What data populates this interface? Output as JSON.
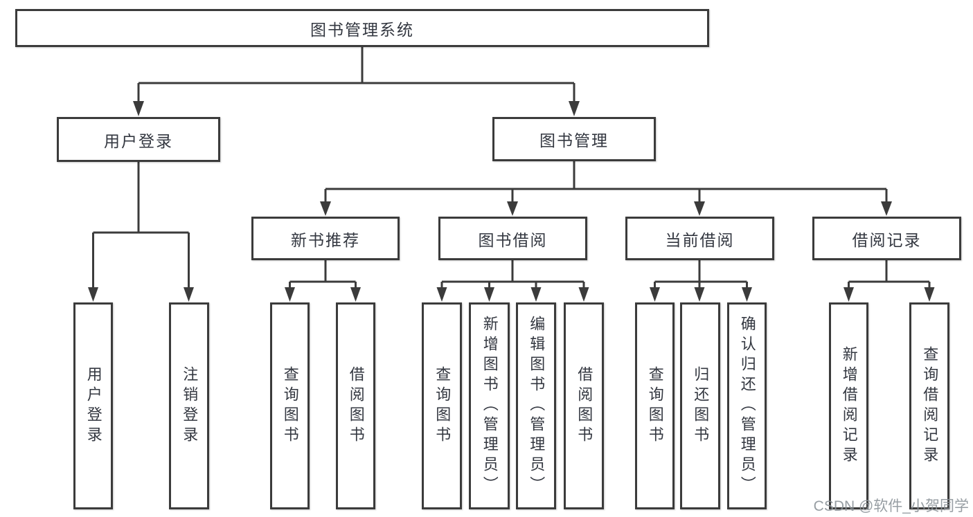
{
  "diagram": {
    "title": "图书管理系统",
    "branches": [
      {
        "label": "用户登录",
        "children": [
          {
            "label": "用户登录"
          },
          {
            "label": "注销登录"
          }
        ]
      },
      {
        "label": "图书管理",
        "groups": [
          {
            "label": "新书推荐",
            "children": [
              {
                "label": "查询图书"
              },
              {
                "label": "借阅图书"
              }
            ]
          },
          {
            "label": "图书借阅",
            "children": [
              {
                "label": "查询图书"
              },
              {
                "label": "新增图书（管理员）"
              },
              {
                "label": "编辑图书（管理员）"
              },
              {
                "label": "借阅图书"
              }
            ]
          },
          {
            "label": "当前借阅",
            "children": [
              {
                "label": "查询图书"
              },
              {
                "label": "归还图书"
              },
              {
                "label": "确认归还（管理员）"
              }
            ]
          },
          {
            "label": "借阅记录",
            "children": [
              {
                "label": "新增借阅记录"
              },
              {
                "label": "查询借阅记录"
              }
            ]
          }
        ]
      }
    ]
  },
  "watermark": {
    "text": "CSDN @软件_小贺同学"
  },
  "colors": {
    "line": "#3b3b3b",
    "text": "#333740",
    "box_background": "#ffffff",
    "watermark": "#8c9399"
  }
}
